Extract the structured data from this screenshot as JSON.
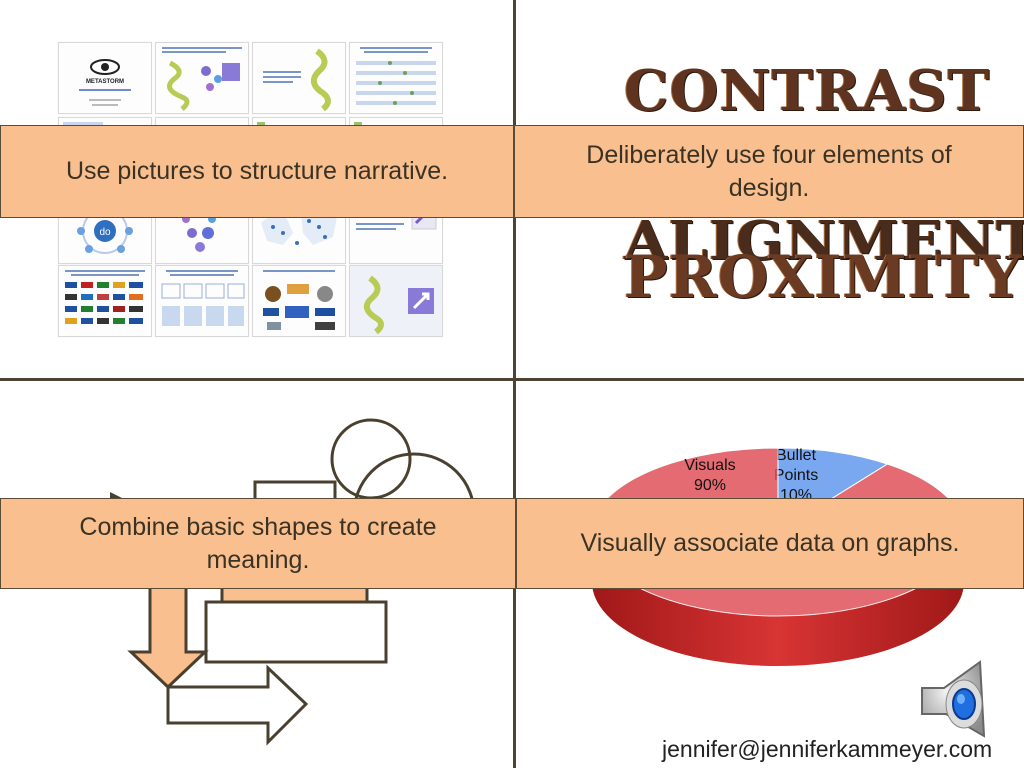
{
  "captions": {
    "top_left": "Use pictures to structure narrative.",
    "top_right": "Deliberately use four elements of design.",
    "bottom_left": "Combine basic shapes to create meaning.",
    "bottom_right": "Visually associate data on graphs."
  },
  "letterpress_words": [
    "CONTRAST",
    "ALIGNMENT",
    "PROXIMITY"
  ],
  "thumbnail_text": {
    "logo": "METASTORM",
    "hub": "do"
  },
  "chart_data": {
    "type": "pie",
    "labels": [
      "Visuals",
      "Bullet Points"
    ],
    "values": [
      90,
      10
    ],
    "value_labels": [
      "90%",
      "10%"
    ],
    "colors": [
      "#e0525a",
      "#7aa8f0"
    ]
  },
  "footer": {
    "email": "jennifer@jenniferkammeyer.com"
  },
  "icons": {
    "audio": "speaker-icon"
  }
}
